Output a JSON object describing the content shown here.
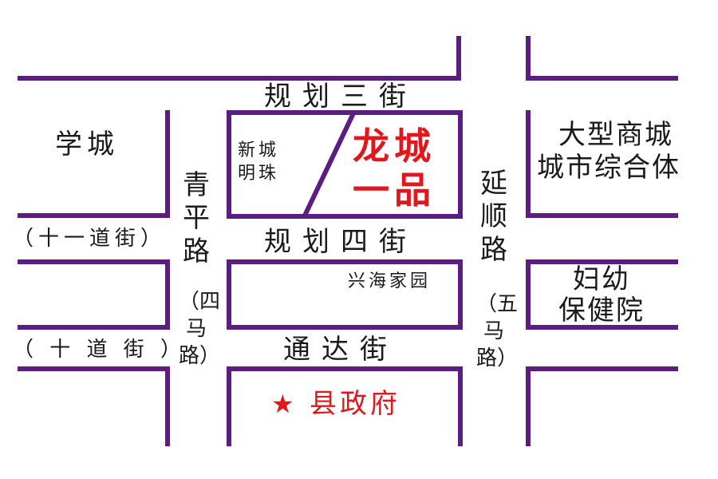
{
  "colors": {
    "road": "#5b1e80",
    "text": "#1a1a1a",
    "highlight": "#e2171d"
  },
  "streets": {
    "guihua_3": "规划三街",
    "guihua_4": "规划四街",
    "tongda": "通达街",
    "qingping": "青平路",
    "qingping_alias": "（四马路）",
    "yanshun": "延顺路",
    "yanshun_alias": "（五马路）",
    "shiyidao": "（十一道街）",
    "shidao": "（ 十 道 街 ）"
  },
  "places": {
    "xuecheng": "学城",
    "xincheng_mingzhu_1": "新城",
    "xincheng_mingzhu_2": "明珠",
    "longcheng_1": "龙城",
    "longcheng_2": "一品",
    "mall_1": "大型商城",
    "mall_2": "城市综合体",
    "xinghai": "兴海家园",
    "hospital_1": "妇幼",
    "hospital_2": "保健院",
    "government": "县政府"
  },
  "icons": {
    "government_marker": "star-icon"
  }
}
